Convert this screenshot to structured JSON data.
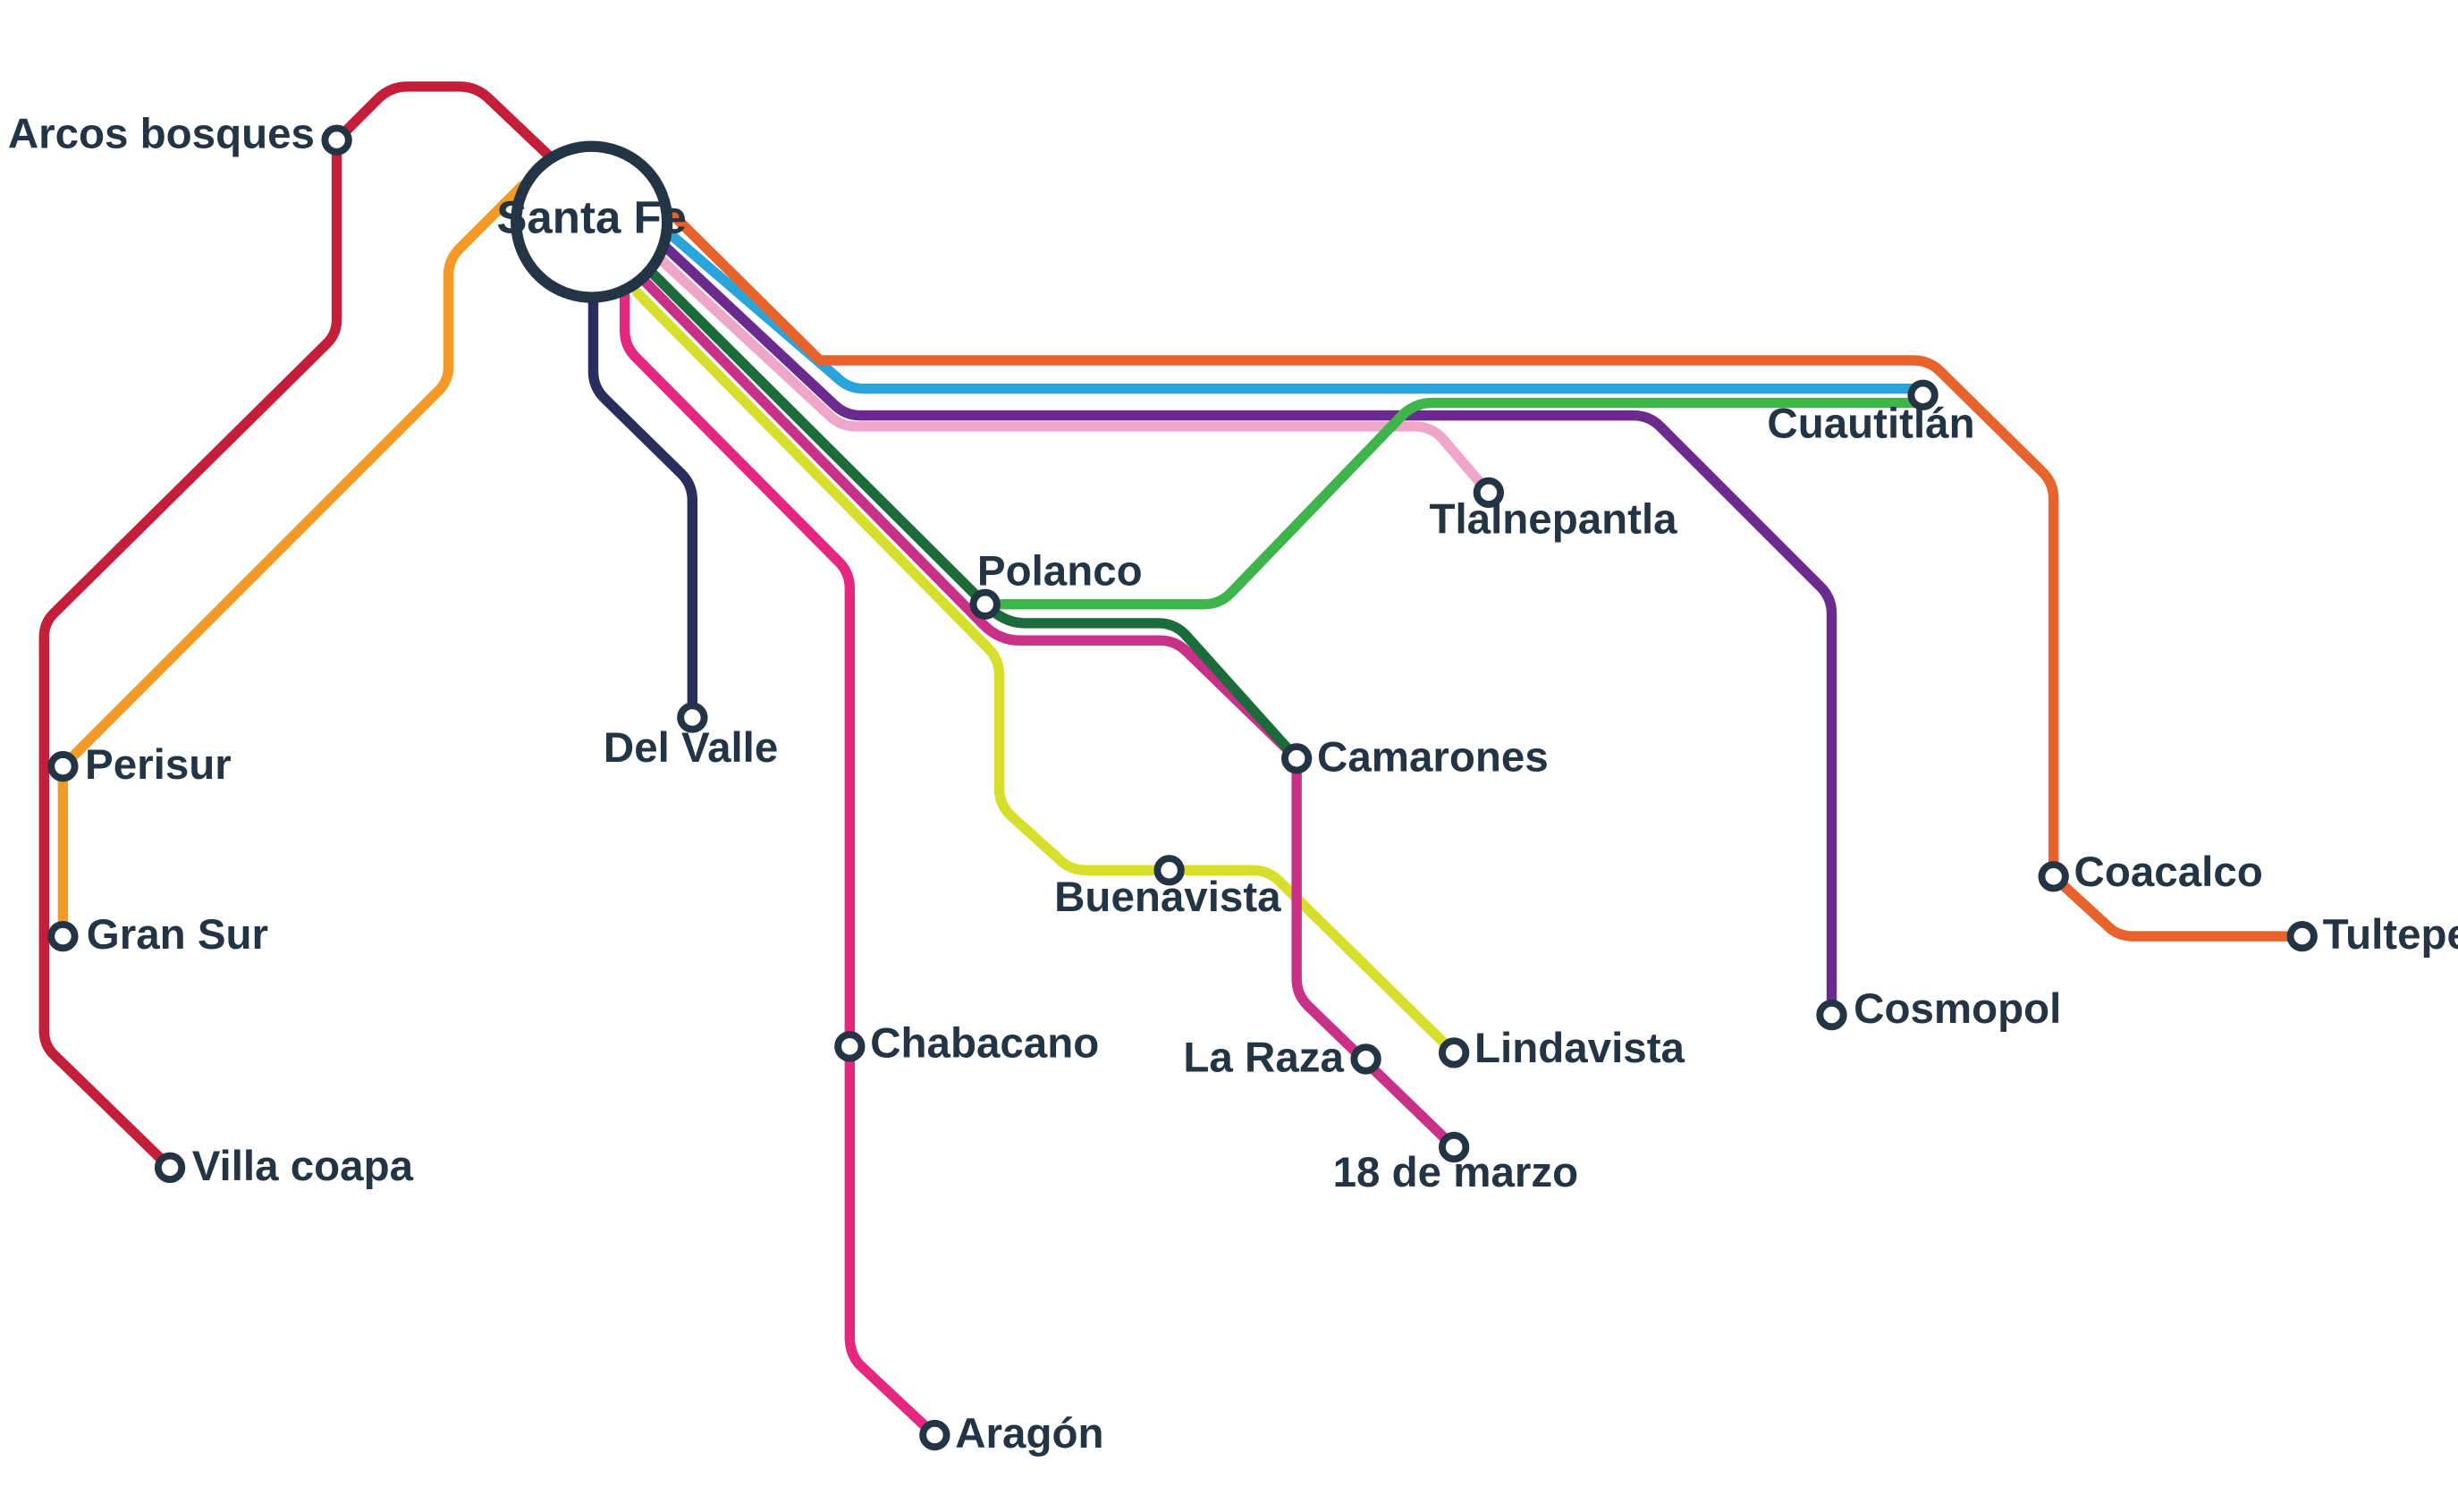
{
  "hub": {
    "name": "Santa Fe"
  },
  "colors": {
    "red": "#c41e3a",
    "orange_light": "#f39a27",
    "navy": "#2b2d5c",
    "magenta": "#e6277f",
    "lime": "#d6df2c",
    "mauve": "#c93188",
    "dark_green": "#1c6b3a",
    "pink_light": "#f0a6c8",
    "purple": "#6b2b8e",
    "sky_blue": "#2aa5db",
    "orange_red": "#e8622c",
    "green": "#3db54a",
    "station_stroke": "#233544"
  },
  "lines": [
    {
      "color": "red",
      "stations": [
        "Arcos bosques",
        "Villa coapa"
      ]
    },
    {
      "color": "orange_light",
      "stations": [
        "Perisur",
        "Gran Sur"
      ]
    },
    {
      "color": "navy",
      "stations": [
        "Del Valle"
      ]
    },
    {
      "color": "magenta",
      "stations": [
        "Chabacano",
        "Aragón"
      ]
    },
    {
      "color": "lime",
      "stations": [
        "Buenavista",
        "Lindavista"
      ]
    },
    {
      "color": "mauve",
      "stations": [
        "Camarones",
        "La Raza",
        "18 de marzo"
      ]
    },
    {
      "color": "dark_green",
      "stations": [
        "Polanco",
        "Camarones"
      ]
    },
    {
      "color": "pink_light",
      "stations": [
        "Tlalnepantla"
      ]
    },
    {
      "color": "purple",
      "stations": [
        "Cosmopol"
      ]
    },
    {
      "color": "sky_blue",
      "stations": [
        "Cuautitlán"
      ]
    },
    {
      "color": "orange_red",
      "stations": [
        "Coacalco",
        "Tultepec"
      ]
    },
    {
      "color": "green",
      "stations": [
        "Polanco",
        "Cuautitlán"
      ]
    }
  ],
  "stations": {
    "arcos_bosques": "Arcos bosques",
    "perisur": "Perisur",
    "gran_sur": "Gran Sur",
    "villa_coapa": "Villa coapa",
    "del_valle": "Del Valle",
    "chabacano": "Chabacano",
    "aragon": "Aragón",
    "polanco": "Polanco",
    "camarones": "Camarones",
    "buenavista": "Buenavista",
    "la_raza": "La Raza",
    "lindavista": "Lindavista",
    "dieciocho_marzo": "18 de marzo",
    "tlalnepantla": "Tlalnepantla",
    "cuautitlan": "Cuautitlán",
    "cosmopol": "Cosmopol",
    "coacalco": "Coacalco",
    "tultepec": "Tultepec"
  }
}
